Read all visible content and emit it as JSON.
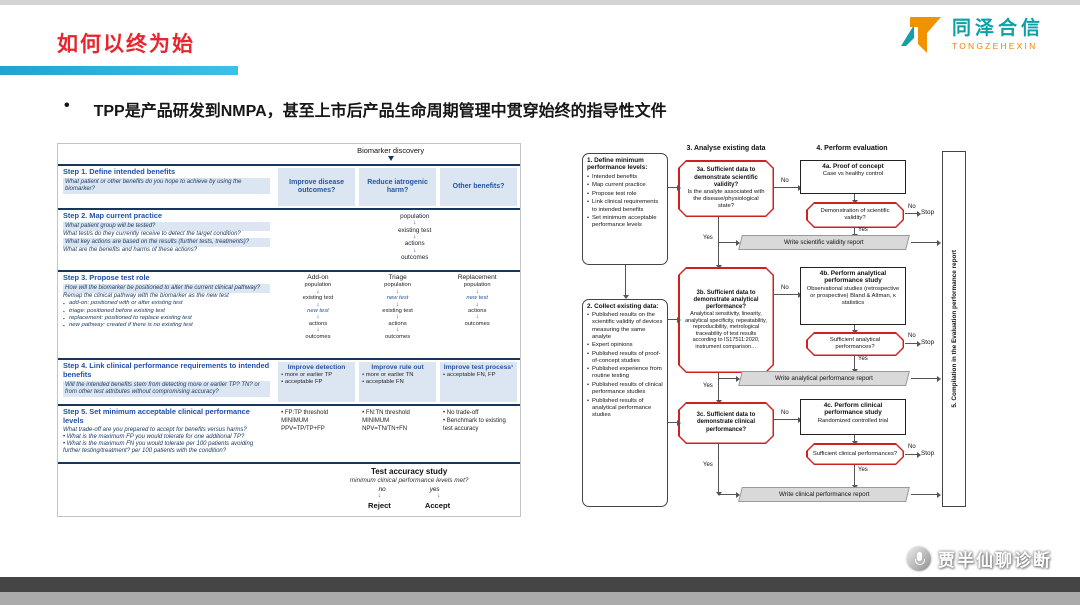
{
  "slide": {
    "title": "如何以终为始",
    "bullet_marker": "•",
    "bullet": "TPP是产品研发到NMPA，甚至上市后产品生命周期管理中贯穿始终的指导性文件",
    "logo": {
      "name": "同泽合信",
      "sub": "TONGZEHEXIN"
    },
    "watermark": "贾半仙聊诊断",
    "colors": {
      "accent": "#2BB3D8",
      "title_red": "#E8252D",
      "logo_teal": "#0AA1A7",
      "logo_orange": "#F08300",
      "decision_red": "#CF2121",
      "table_blue": "#1F4FAE"
    }
  },
  "left": {
    "top_label": "Biomarker discovery",
    "step1": {
      "title": "Step 1. Define intended benefits",
      "question": "What patient or other benefits do you hope to achieve by using the biomarker?",
      "options": [
        "Improve disease outcomes?",
        "Reduce iatrogenic harm?",
        "Other benefits?"
      ]
    },
    "step2": {
      "title": "Step 2. Map current practice",
      "questions": [
        "What patient group will be tested?",
        "What test/s do they currently receive to detect the target condition?",
        "What key actions are based on the results (further tests, treatments)?",
        "What are the benefits and harms of these actions?"
      ],
      "flow": [
        "population",
        "existing test",
        "actions",
        "outcomes"
      ]
    },
    "step3": {
      "title": "Step 3. Propose test role",
      "question1": "How will the biomarker be positioned to alter the current clinical pathway?",
      "question2": "Remap the clinical pathway with the biomarker as the new test",
      "bullets": [
        "add-on: positioned with or after existing test",
        "triage: positioned before existing test",
        "replacement:  positioned to replace existing test",
        "new pathway: created  if there is no existing test"
      ],
      "flows": [
        {
          "name": "Add-on",
          "nodes": [
            "population",
            "existing test",
            "new test",
            "actions",
            "outcomes"
          ]
        },
        {
          "name": "Triage",
          "nodes": [
            "population",
            "new test",
            "existing test",
            "actions",
            "outcomes"
          ]
        },
        {
          "name": "Replacement",
          "nodes": [
            "population",
            "new test",
            "actions",
            "outcomes"
          ]
        }
      ]
    },
    "step4": {
      "title": "Step 4. Link clinical performance requirements to intended benefits",
      "question": "Will the intended benefits stem from detecting more  or earlier TP? TN? or from other test attributes without compromising accuracy?",
      "options": [
        {
          "title": "Improve detection",
          "lines": [
            "• more or earlier TP",
            "• acceptable FP"
          ]
        },
        {
          "title": "Improve rule out",
          "lines": [
            "• more or earlier TN",
            "• acceptable FN"
          ]
        },
        {
          "title": "Improve test process¹",
          "lines": [
            "• acceptable FN, FP"
          ]
        }
      ]
    },
    "step5": {
      "title": "Step 5. Set minimum acceptable clinical performance levels",
      "questions": [
        "What trade-off are you prepared to accept for benefits versus harms?",
        "• What is the maximum FP you would tolerate for one additional TP?",
        "• What is the maximum FN you would tolerate per 100 patients avoiding further testing/treatment? per 100 patients with the condition?"
      ],
      "options": [
        {
          "lines": [
            "• FP:TP threshold",
            "MINIMUM",
            "PPV=TP/TP+FP"
          ]
        },
        {
          "lines": [
            "• FN:TN  threshold",
            "MINIMUM",
            "NPV=TN/TN+FN"
          ]
        },
        {
          "lines": [
            "• No trade-off",
            "• Benchmark to existing",
            "test accuracy"
          ]
        }
      ]
    },
    "bottom": {
      "title": "Test accuracy study",
      "question": "minimum clinical performance levels met?",
      "no": "no",
      "yes": "yes",
      "reject": "Reject",
      "accept": "Accept"
    }
  },
  "right": {
    "headers": {
      "analyse": "3. Analyse existing data",
      "evaluate": "4. Perform evaluation"
    },
    "labels": {
      "yes": "Yes",
      "no": "No",
      "stop": "Stop"
    },
    "box1": {
      "title": "1. Define minimum performance levels:",
      "bullets": [
        "Intended benefits",
        "Map current practice",
        "Propose test role",
        "Link clinical requirements to intended benefits",
        "Set minimum acceptable performance levels"
      ]
    },
    "box2": {
      "title": "2. Collect existing data:",
      "bullets": [
        "Published results on the scientific validity of devices measuring the same analyte",
        "Expert opinions",
        "Published results of proof-of-concept studies",
        "Published experience from routine testing",
        "Published results of clinical performance studies",
        "Published results of analytical performance studies"
      ]
    },
    "d3a": {
      "bold": "3a. Sufficient data to demonstrate scientific validity?",
      "rest": "Is the analyte  associated with the disease/physiological state?"
    },
    "b4a": {
      "title": "4a. Proof of concept",
      "sub": "Case vs healthy control"
    },
    "d4a": "Demonstration of scientific validity?",
    "report1": "Write scientific validity report",
    "d3b": {
      "bold": "3b. Sufficient data to demonstrate analytical performance?",
      "rest": "Analytical sensitivity, linearity, analytical specificity, repeatability, reproducibility, metrological traceability of test results according to IS17511:2020, instrument comparison…"
    },
    "b4b": {
      "title": "4b. Perform analytical performance study",
      "sub": "Observational studies (retrospective or prospective) Bland & Altman, κ statistics"
    },
    "d4b": "Sufficient analytical performances?",
    "report2": "Write analytical performance report",
    "d3c": {
      "bold": "3c. Sufficient data to demonstrate clinical performance?"
    },
    "b4c": {
      "title": "4c. Perform clinical performance study",
      "sub": "Randomized controlled trial"
    },
    "d4c": "Sufficient clinical performances?",
    "report3": "Write clinical performance report",
    "side": "5. Compilation in the Evaluation performance report"
  }
}
